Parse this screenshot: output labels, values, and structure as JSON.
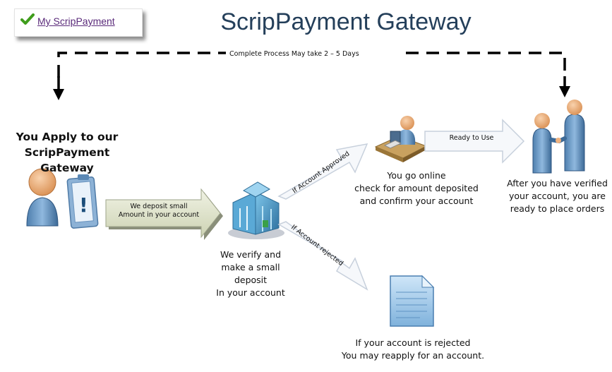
{
  "nav": {
    "link_label": "My ScripPayment"
  },
  "title": "ScripPayment Gateway",
  "process_note": "Complete Process May take 2 – 5 Days",
  "steps": {
    "apply": [
      "You Apply to our",
      "ScripPayment Gateway"
    ],
    "deposit_arrow": [
      "We deposit small",
      "Amount in your account"
    ],
    "verify": [
      "We verify and",
      "make a small deposit",
      "In your account"
    ],
    "approved_arrow": "If Account Approved",
    "rejected_arrow": "If Account rejected",
    "online": [
      "You go online",
      "check for amount deposited",
      "and confirm your account"
    ],
    "ready_arrow": "Ready to Use",
    "verified": [
      "After you have verified",
      "your account, you are",
      "ready to place orders"
    ],
    "rejected": [
      "If your account is rejected",
      "You may reapply for an account."
    ]
  },
  "colors": {
    "title": "#243f5a",
    "link": "#5a2a7a",
    "check": "#3f9d1c",
    "person": "#6f9ec8",
    "skin": "#efb27f",
    "arrow_outline": "#c7d0dc",
    "deposit_arrow_fill": "#e4e9d2"
  }
}
